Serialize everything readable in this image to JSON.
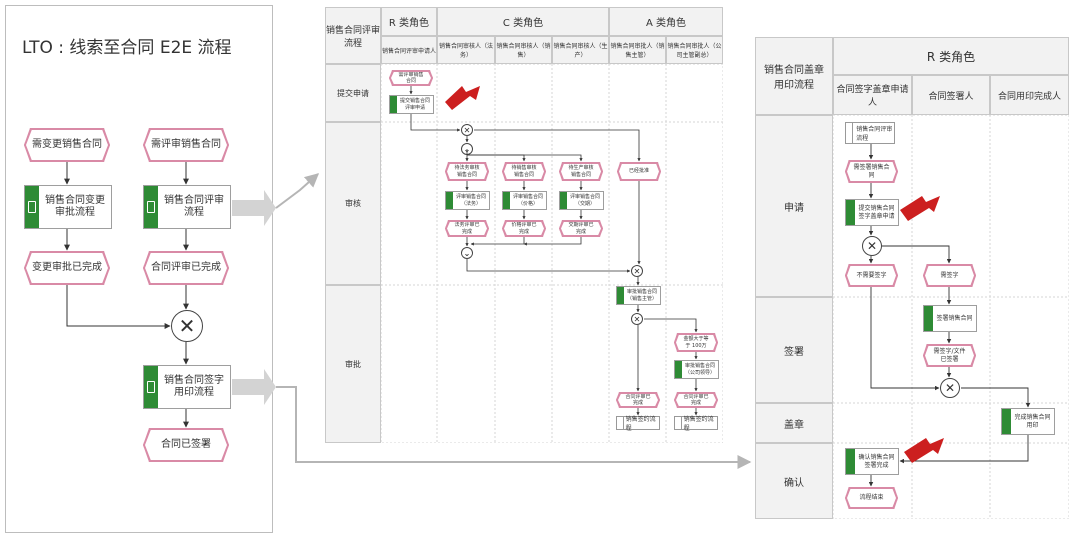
{
  "lto": {
    "title": "LTO : 线索至合同 E2E 流程",
    "ev_change_need": "需变更销售合同",
    "ev_review_need": "需评审销售合同",
    "proc_change": "销售合同变更审批流程",
    "proc_review": "销售合同评审流程",
    "ev_change_done": "变更审批已完成",
    "ev_review_done": "合同评审已完成",
    "proc_sign": "销售合同签字用印流程",
    "ev_signed": "合同已签署",
    "gateway": "✕"
  },
  "review": {
    "corner": "销售合同评审流程",
    "role_r": "R 类角色",
    "role_c": "C 类角色",
    "role_a": "A 类角色",
    "cols": [
      "销售合同评审申请人",
      "销售合同审核人（法务）",
      "销售合同审核人（销售）",
      "销售合同审核人（生产）",
      "销售合同审批人（销售主管）",
      "销售合同审批人（公司主管副总）"
    ],
    "lanes": [
      "提交申请",
      "审核",
      "审批"
    ],
    "n_need": "需评审销售合同",
    "n_submit": "提交销售合同评审申请",
    "n_legal_start": "待法务审核销售合同",
    "n_sales_start": "待销售审核销售合同",
    "n_prod_start": "待生产审核销售合同",
    "n_legal_proc": "评审销售合同（法务）",
    "n_sales_proc": "评审销售合同（价格）",
    "n_prod_proc": "评审销售合同（交期）",
    "n_legal_done": "法务评审已完成",
    "n_sales_done": "价格评审已完成",
    "n_prod_done": "交期评审已完成",
    "n_dept_start": "已经批准",
    "n_approve_mgr": "审批销售合同（销售主管）",
    "n_amount": "金额大于等于 100万",
    "n_approve_vp": "审批销售合同（公司领导）",
    "n_done1": "合同评审已完成",
    "n_done2": "合同评审已完成",
    "n_doc1": "销售签约流程",
    "n_doc2": "销售签约流程"
  },
  "sign": {
    "corner": "销售合同盖章用印流程",
    "role_r": "R 类角色",
    "cols": [
      "合同签字盖章申请人",
      "合同签署人",
      "合同用印完成人"
    ],
    "lanes": [
      "申请",
      "签署",
      "盖章",
      "确认"
    ],
    "n_doc": "销售合同评审流程",
    "n_need": "需签署销售合同",
    "n_submit": "提交销售合同签字盖章申请",
    "n_no_sign": "不需要签字",
    "n_need_sign": "需签字",
    "n_sign_proc": "签署销售合同",
    "n_signed": "需签字/文件已签署",
    "n_stamp": "完成销售合同用印",
    "n_confirm": "确认销售合同签署完成",
    "n_end": "流程结束"
  },
  "colors": {
    "green": "#2e8b35",
    "event_border": "#d98aa6",
    "red_arrow": "#cc1f1f",
    "connector": "#b5b5b5"
  }
}
